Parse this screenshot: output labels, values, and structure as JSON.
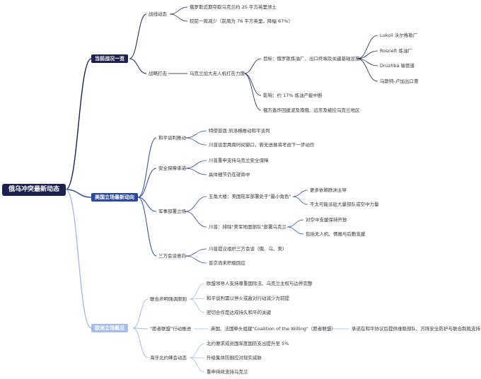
{
  "root": "俄乌冲突最新动态",
  "sections": {
    "s1": {
      "label": "当前战况一览",
      "battlefield": {
        "label": "战线动态",
        "items": [
          "俄罗斯近期夺取乌克兰约 25 平方英里领土",
          "较前一周减少（前周为 76 平方英里，降幅 67%）"
        ]
      },
      "strike": {
        "label": "战略打击",
        "child": "乌克兰加大无人机打击力度",
        "targets": "目标：俄罗斯炼油厂、出口终端及关键基础设施",
        "target_list": [
          "Lukoil 沃尔格勒厂",
          "Rosneft 炼油厂",
          "Druzhba 输管道",
          "乌斯特-卢加出口港"
        ],
        "impact": "影响：约 17% 炼油产能中断",
        "russia": "俄方轰炸回援波及南俄、远东及被控乌克兰地区"
      }
    },
    "s2": {
      "label": "美国立场最新动向",
      "peace": {
        "label": "和平谈判推动",
        "items": [
          "特使普恩·凯洛格推动和平谈判",
          "川普设定两周时间窗口，若无进展将考虑下一步动作"
        ]
      },
      "security": {
        "label": "安全保障承诺",
        "items": [
          "川普重申支持乌克兰安全保障",
          "具体细节仍在磋商中"
        ]
      },
      "military": {
        "label": "军事部署立场",
        "five_horns": "五角大楼：美国陆军部署处于\"最小角色\"",
        "five_list": [
          "更多依赖欧洲主导",
          "不太可能派驻大量部队或空中力量"
        ],
        "trump": "川普：排除\"美军地面部队\"部署乌克兰",
        "trump_list": [
          "对空中支援保持开放",
          "包括无人机、情报与后勤支援"
        ]
      },
      "tri": {
        "label": "三方会谈意向",
        "items": [
          "川普提议组织三方会谈（俄、乌、美）",
          "普京尚未积极回应"
        ]
      }
    },
    "s3": {
      "label": "欧洲立场概况",
      "joint": {
        "label": "联合声明强调原则",
        "items": [
          "欧盟领导人支持尊重国际法、乌克兰主权与边界完整",
          "和平谈判需以停火或敌对行动减少为前提",
          "密切合作是达成持久和平的关键"
        ]
      },
      "coalition": {
        "label": "\"愿者联盟\"行动推进",
        "mid": "英国、法国牵头组建\"Coalition of the Willing\"（愿者联盟）",
        "end": "承诺在和平协议后提供维稳部队、方阵安全防护与联合制裁支持"
      },
      "nato": {
        "label": "海牙北约峰会动态",
        "items": [
          "北约要求成员国年度国防支出提升至 5%",
          "升级集体防御应对现实威胁",
          "重申持续支持乌克兰"
        ]
      }
    }
  },
  "colors": {
    "s1": "#1c2150",
    "s2": "#2c4a9c",
    "s3": "#a7bce6"
  }
}
